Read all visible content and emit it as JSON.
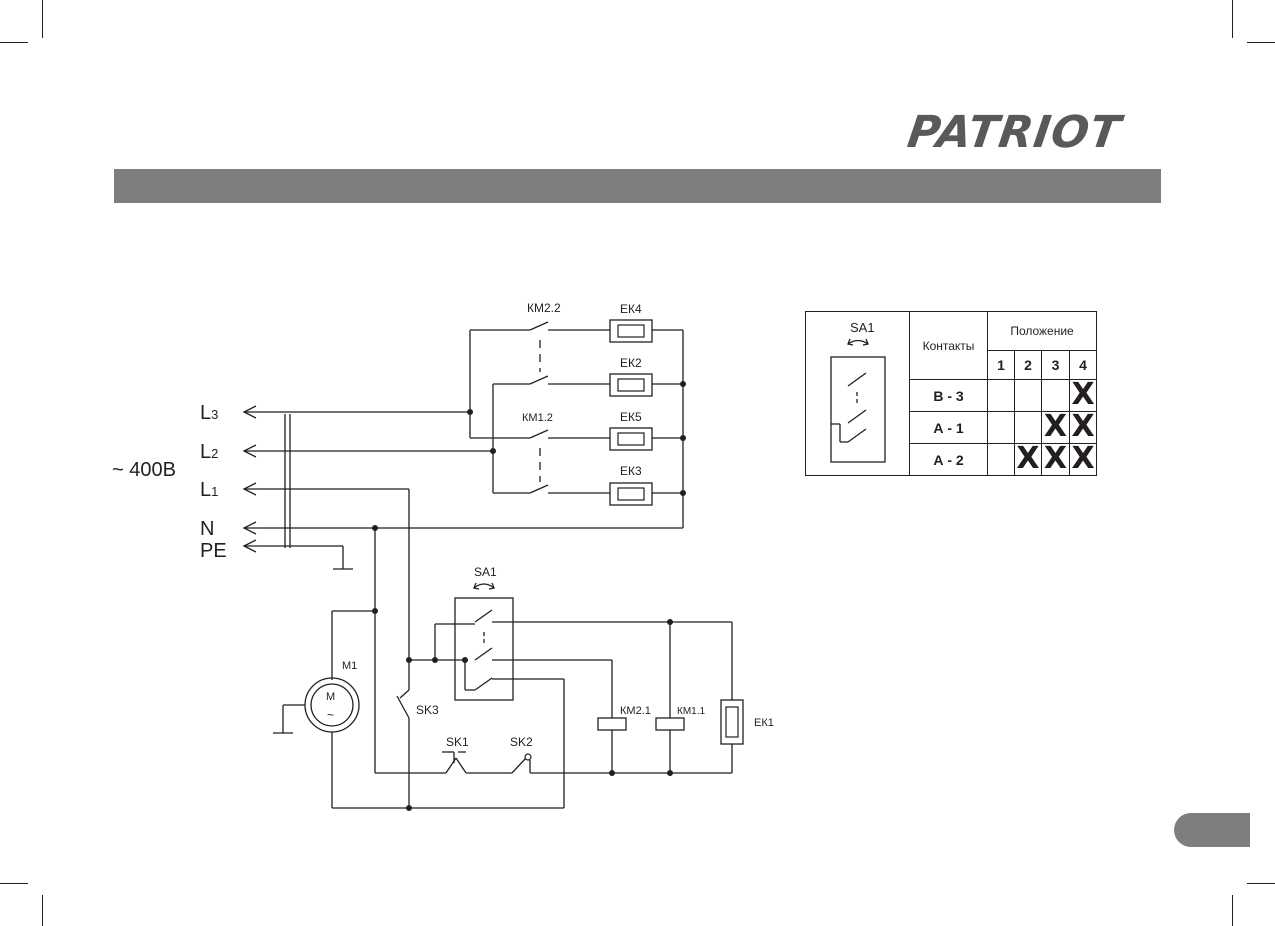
{
  "brand": {
    "logo_text": "PATRIOT"
  },
  "supply": {
    "voltage_label": "~ 400В",
    "lines": [
      {
        "base": "L",
        "sub": "3"
      },
      {
        "base": "L",
        "sub": "2"
      },
      {
        "base": "L",
        "sub": "1"
      },
      {
        "base": "N",
        "sub": ""
      },
      {
        "base": "PE",
        "sub": ""
      }
    ]
  },
  "components": {
    "km2_2": "КМ2.2",
    "km1_2": "КМ1.2",
    "ek4": "ЕК4",
    "ek2": "ЕК2",
    "ek5": "ЕК5",
    "ek3": "ЕК3",
    "ek1": "ЕК1",
    "sa1": "SA1",
    "m1": "M1",
    "motor_letter": "M",
    "motor_ac": "~",
    "sk1": "SK1",
    "sk2": "SK2",
    "sk3": "SK3",
    "km2_1": "КМ2.1",
    "km1_1": "КМ1.1"
  },
  "switch_table": {
    "sa1_label": "SA1",
    "contacts_header": "Контакты",
    "position_header": "Положение",
    "positions": [
      "1",
      "2",
      "3",
      "4"
    ],
    "mark_symbol": "X",
    "rows": [
      {
        "contact": "В - 3",
        "closed": [
          false,
          false,
          false,
          true
        ]
      },
      {
        "contact": "А - 1",
        "closed": [
          false,
          false,
          true,
          true
        ]
      },
      {
        "contact": "А - 2",
        "closed": [
          false,
          true,
          true,
          true
        ]
      }
    ]
  }
}
